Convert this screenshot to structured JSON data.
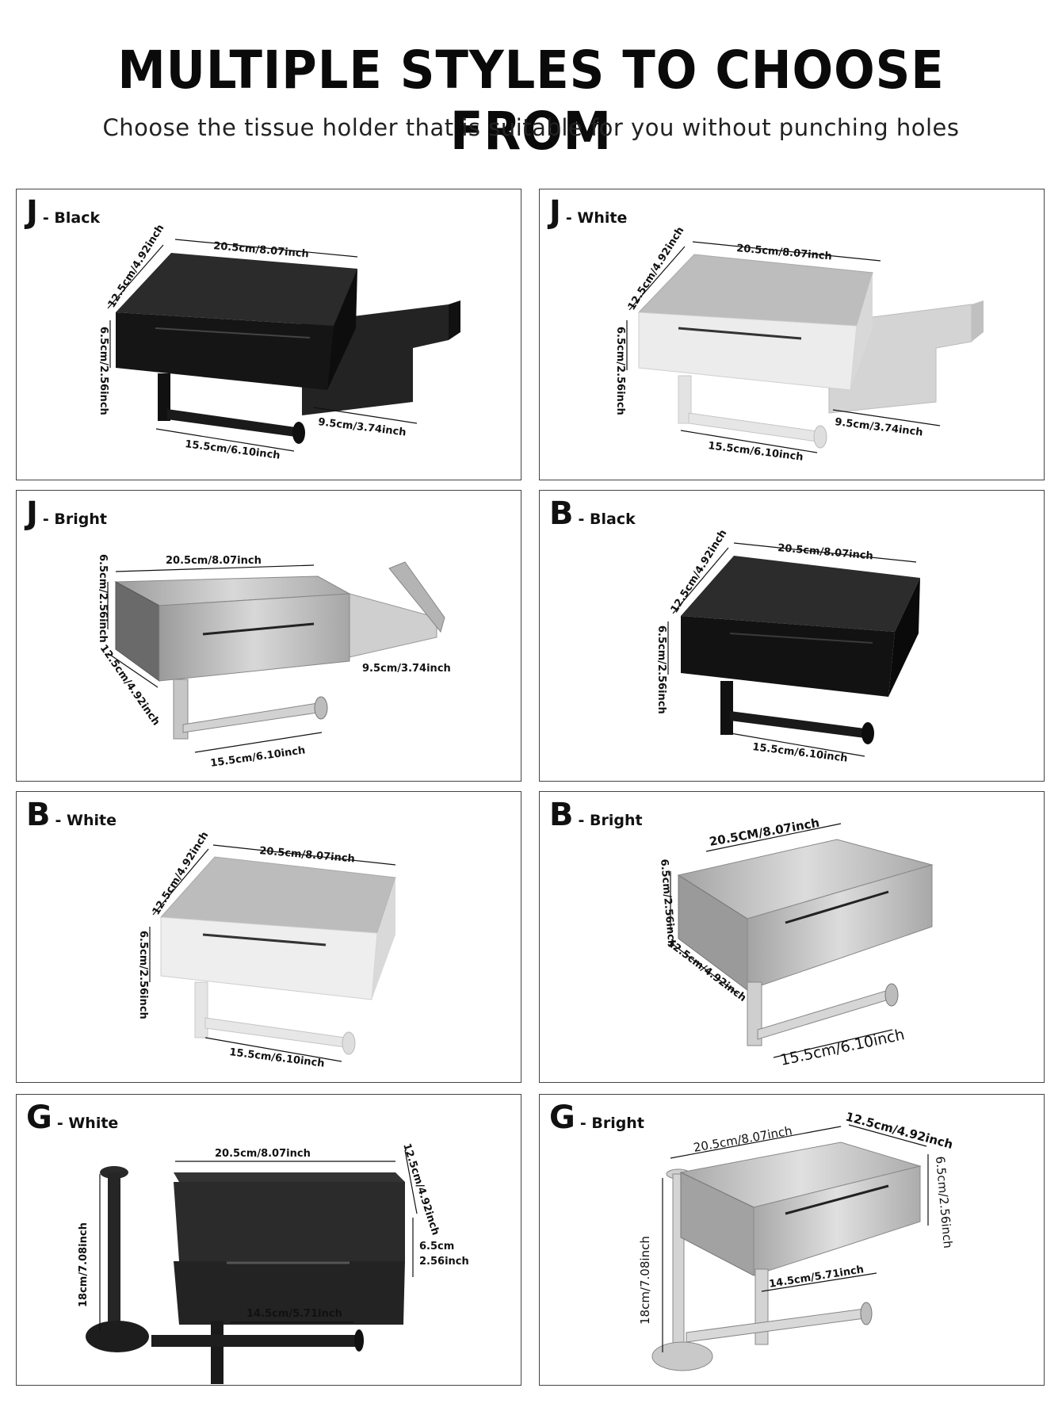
{
  "header": {
    "title": "MULTIPLE STYLES TO CHOOSE FROM",
    "subtitle": "Choose the tissue holder that is suitable for you without punching holes"
  },
  "colors": {
    "black": "#1a1a1a",
    "white": "#e9e9e9",
    "bright": "#c4c4c4",
    "border": "#444444"
  },
  "panels": [
    {
      "letter": "J",
      "variant": "- Black",
      "dims": {
        "width": "20.5cm/8.07inch",
        "depth": "12.5cm/4.92inch",
        "height": "6.5cm/2.56inch",
        "shelf": "9.5cm/3.74inch",
        "rod": "15.5cm/6.10inch"
      }
    },
    {
      "letter": "J",
      "variant": "- White",
      "dims": {
        "width": "20.5cm/8.07inch",
        "depth": "12.5cm/4.92inch",
        "height": "6.5cm/2.56inch",
        "shelf": "9.5cm/3.74inch",
        "rod": "15.5cm/6.10inch"
      }
    },
    {
      "letter": "J",
      "variant": "- Bright",
      "dims": {
        "width": "20.5cm/8.07inch",
        "height": "6.5cm/2.56inch",
        "depth": "12.5cm/4.92inch",
        "shelf": "9.5cm/3.74inch",
        "rod": "15.5cm/6.10inch"
      }
    },
    {
      "letter": "B",
      "variant": "- Black",
      "dims": {
        "width": "20.5cm/8.07inch",
        "depth": "12.5cm/4.92inch",
        "height": "6.5cm/2.56inch",
        "rod": "15.5cm/6.10inch"
      }
    },
    {
      "letter": "B",
      "variant": "- White",
      "dims": {
        "width": "20.5cm/8.07inch",
        "depth": "12.5cm/4.92inch",
        "height": "6.5cm/2.56inch",
        "rod": "15.5cm/6.10inch"
      }
    },
    {
      "letter": "B",
      "variant": "- Bright",
      "dims": {
        "width": "20.5CM/8.07inch",
        "height": "6.5cm/2.56inch",
        "depth": "12.5cm/4.92inch",
        "rod": "15.5cm/6.10inch"
      }
    },
    {
      "letter": "G",
      "variant": "- White",
      "dims": {
        "width": "20.5cm/8.07inch",
        "depth": "12.5cm/4.92inch",
        "height_cm": "6.5cm",
        "height_in": "2.56inch",
        "stand": "18cm/7.08inch",
        "rod": "14.5cm/5.71inch"
      }
    },
    {
      "letter": "G",
      "variant": "- Bright",
      "dims": {
        "width": "20.5cm/8.07inch",
        "depth": "12.5cm/4.92inch",
        "height": "6.5cm/2.56inch",
        "stand": "18cm/7.08inch",
        "rod": "14.5cm/5.71inch"
      }
    }
  ]
}
